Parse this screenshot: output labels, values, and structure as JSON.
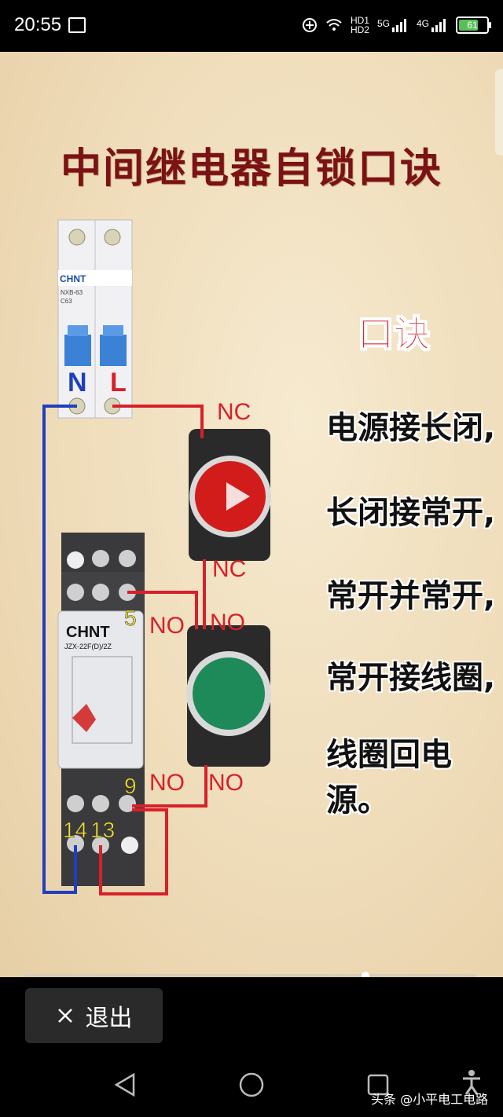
{
  "status_bar": {
    "time": "20:55",
    "network_labels": [
      "HD1",
      "HD2",
      "5G",
      "4G"
    ],
    "battery_level": "61"
  },
  "image": {
    "title": "中间继电器自锁口诀",
    "mnemonic_heading": "口诀",
    "mnemonic_lines": [
      "电源接长闭,",
      "长闭接常开,",
      "常开并常开,",
      "常开接线圈,",
      "线圈回电源。"
    ],
    "breaker": {
      "brand": "CHNT",
      "model": "NXB-63",
      "rating": "C63",
      "terminal_labels": [
        "N",
        "L"
      ]
    },
    "relay": {
      "brand": "CHNT",
      "model": "JZX-22F(D)/2Z",
      "terminal_labels": [
        "5",
        "9",
        "14",
        "13"
      ]
    },
    "contact_labels": {
      "red_button_top": "NC",
      "red_button_bottom": "NC",
      "relay_5": "NO",
      "green_button_top": "NO",
      "relay_9": "NO",
      "green_button_bottom": "NO"
    },
    "colors": {
      "title": "#7a1216",
      "heading": "#d11b22",
      "wire_red": "#d8202a",
      "wire_blue": "#1f3fbf",
      "stop_button": "#d21c1c",
      "start_button": "#1e8a5a"
    }
  },
  "exit_button": {
    "icon": "close-icon",
    "label": "退出"
  },
  "nav_bar": {
    "icons": [
      "back-icon",
      "home-icon",
      "recents-icon",
      "accessibility-icon"
    ]
  },
  "watermark": "头条 @小平电工电路"
}
